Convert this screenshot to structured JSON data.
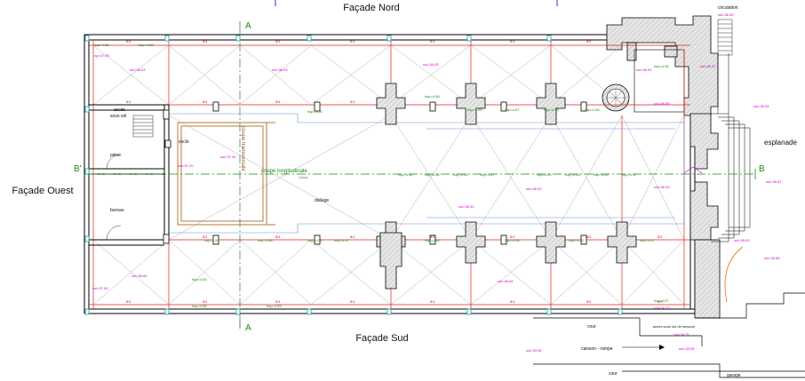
{
  "facades": {
    "north": "Façade Nord",
    "south": "Façade Sud",
    "west": "Façade Ouest"
  },
  "sections": {
    "a_top": "A",
    "a_bottom": "A",
    "b_left": "B'",
    "b_right": "B"
  },
  "rooms": {
    "acces_sous_sol_1": "accès",
    "acces_sous_sol_2": "sous sol",
    "piece": "pièce",
    "bureau": "bureau",
    "coupe_transversale": "coupe transversale",
    "coupe_longitudinale": "coupe longitudinale",
    "dallage": "dallage",
    "socle": "socle",
    "circulation": "circulation",
    "esplanade": "esplanade",
    "cour_1": "cour",
    "cour_2": "cour",
    "acces_sous_sol_secours": "accès sous sol de secours",
    "caisson_rampe": "caisson - rampe",
    "garage": "garage",
    "dallage_short": "dallage",
    "dim_mark": "5/1"
  },
  "levels": {
    "ngf_top_left": "ng=37.00",
    "ngf_top_mid": "sol=36.93",
    "ngf_circulation": "sol=36.59",
    "ngf_esplanade": "sol=35.34",
    "ngf_right": "sol=36.37",
    "ngf_right_b": "sol=35.87",
    "ngf_right_c": "sol=35.63",
    "ngf_right_d": "sol=33.56",
    "ngf_socle": "sol=37.20",
    "ngf_piece": "sol=37.30",
    "ngf_bottom": "sol=36.89",
    "ngf_cour": "sol=34.73",
    "ngf_cour_b": "sol=34.75",
    "ngf_garage": "sol=33.95",
    "ngf_caisson": "sol=33.96",
    "ngf_nef": "sol=36.93",
    "ngf_left": "sol=37.00",
    "hsp": "hsp=4.55",
    "hsp_b": "hsp=4.58",
    "hsp_c": "hsp=4.57"
  },
  "colors": {
    "wall_hatch": "#d0d0d0",
    "wall_line": "#000000",
    "red_line": "#e02020",
    "green_axis": "#1a8a1a",
    "blue_line": "#6a8fd8",
    "brown": "#b06a2a",
    "magenta": "#d000d0"
  }
}
